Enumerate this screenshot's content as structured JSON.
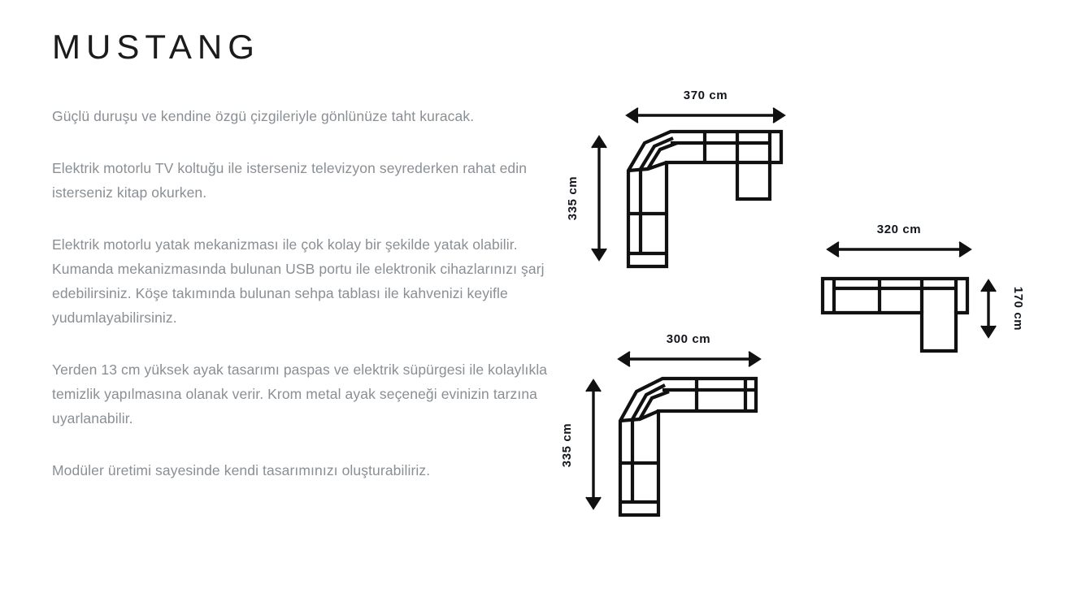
{
  "product": {
    "title": "MUSTANG",
    "paragraphs": [
      "Güçlü duruşu ve kendine özgü çizgileriyle gönlünüze taht kuracak.",
      "Elektrik motorlu TV koltuğu ile isterseniz televizyon seyrederken rahat edin isterseniz kitap okurken.",
      "Elektrik motorlu yatak mekanizması ile çok kolay bir şekilde yatak olabilir. Kumanda mekanizmasında bulunan USB portu ile elektronik cihazlarınızı şarj edebilirsiniz. Köşe takımında bulunan sehpa tablası ile kahvenizi keyifle yudumlayabilirsiniz.",
      "Yerden 13 cm yüksek ayak tasarımı paspas ve elektrik süpürgesi ile kolaylıkla temizlik yapılmasına olanak verir. Krom metal ayak seçeneği evinizin tarzına uyarlanabilir.",
      "Modüler üretimi sayesinde kendi tasarımınızı oluşturabiliriz."
    ]
  },
  "diagrams": [
    {
      "id": "diagram-370",
      "name": "corner-sofa-with-chaise",
      "width_label": "370 cm",
      "depth_label": "335 cm"
    },
    {
      "id": "diagram-320",
      "name": "sofa-with-chaise",
      "width_label": "320 cm",
      "depth_label": "170 cm"
    },
    {
      "id": "diagram-300",
      "name": "corner-sofa",
      "width_label": "300 cm",
      "depth_label": "335 cm"
    }
  ],
  "colors": {
    "title": "#1b1b1b",
    "body_text": "#8a8f94",
    "diagram_line": "#111111",
    "dimension_text": "#12161c",
    "background": "#ffffff"
  }
}
